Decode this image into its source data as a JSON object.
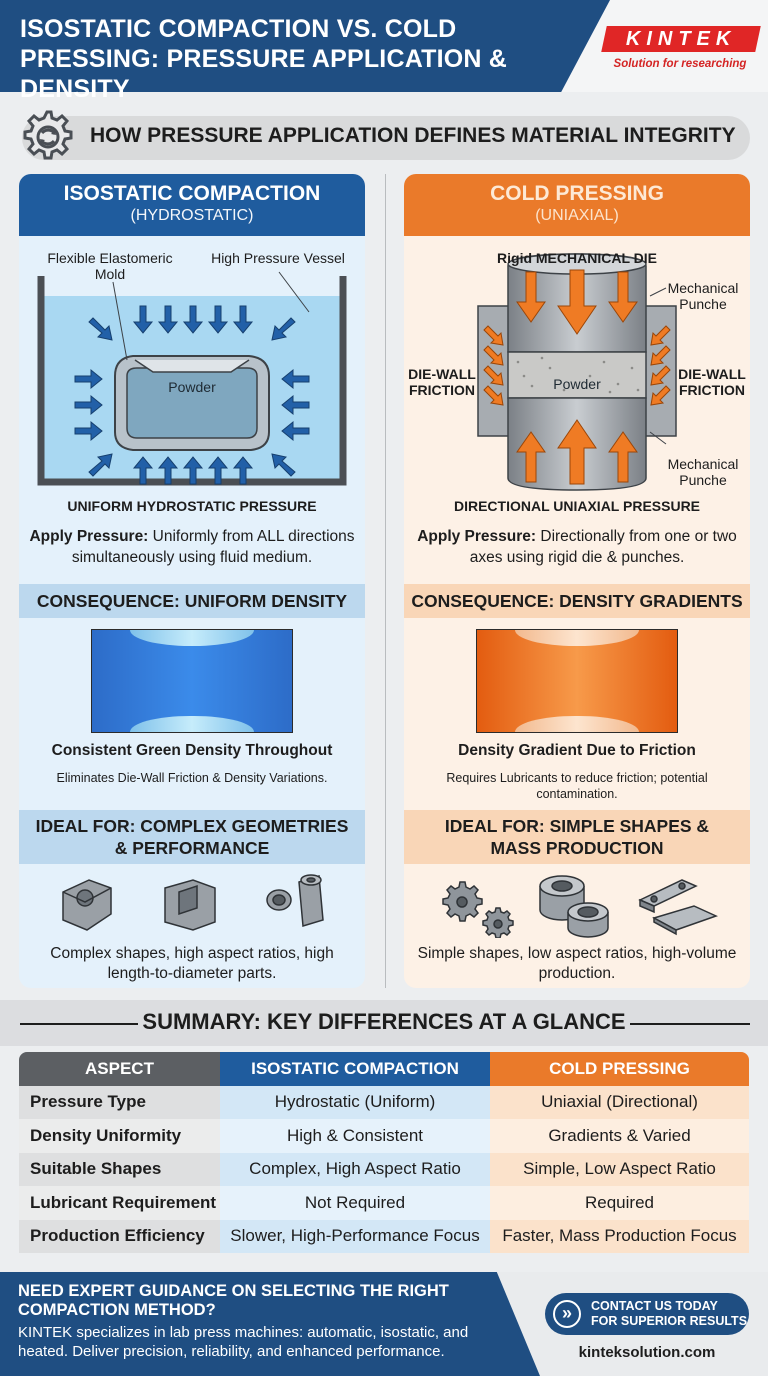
{
  "header": {
    "title": "ISOSTATIC COMPACTION VS. COLD PRESSING: PRESSURE APPLICATION & DENSITY",
    "logo_text": "KINTEK",
    "logo_tagline": "Solution for researching"
  },
  "section_title": "HOW PRESSURE APPLICATION DEFINES MATERIAL INTEGRITY",
  "left": {
    "title": "ISOSTATIC COMPACTION",
    "subtitle": "(HYDROSTATIC)",
    "label_mold": "Flexible Elastomeric Mold",
    "label_vessel": "High Pressure Vessel",
    "label_powder": "Powder",
    "pressure_caption": "UNIFORM HYDROSTATIC PRESSURE",
    "apply_label": "Apply Pressure:",
    "apply_text": " Uniformly from ALL directions simultaneously using fluid medium.",
    "consequence": "CONSEQUENCE: UNIFORM DENSITY",
    "consequence_title": "Consistent Green Density Throughout",
    "consequence_desc": "Eliminates Die-Wall Friction & Density Variations.",
    "ideal_line1": "IDEAL FOR: COMPLEX GEOMETRIES",
    "ideal_line2": "& PERFORMANCE",
    "bottom_desc": "Complex shapes, high aspect ratios, high length-to-diameter parts.",
    "color": "#1f5c9e"
  },
  "right": {
    "title": "COLD PRESSING",
    "subtitle": "(UNIAXIAL)",
    "label_die": "Rigid MECHANICAL DIE",
    "label_punch_top": "Mechanical Punche",
    "label_punch_bottom": "Mechanical Punche",
    "label_friction_left": "DIE-WALL FRICTION",
    "label_friction_right": "DIE-WALL FRICTION",
    "label_powder": "Powder",
    "pressure_caption": "DIRECTIONAL UNIAXIAL PRESSURE",
    "apply_label": "Apply Pressure:",
    "apply_text": " Directionally from one or two axes using rigid die & punches.",
    "consequence": "CONSEQUENCE: DENSITY GRADIENTS",
    "consequence_title": "Density Gradient Due to Friction",
    "consequence_desc": "Requires Lubricants to reduce friction; potential contamination.",
    "ideal_line1": "IDEAL FOR: SIMPLE SHAPES &",
    "ideal_line2": "MASS PRODUCTION",
    "bottom_desc": "Simple shapes, low aspect ratios, high-volume production.",
    "color": "#ea7a2a"
  },
  "summary": {
    "title": "SUMMARY: KEY DIFFERENCES AT A GLANCE",
    "headers": [
      "ASPECT",
      "ISOSTATIC COMPACTION",
      "COLD PRESSING"
    ],
    "rows": [
      [
        "Pressure Type",
        "Hydrostatic (Uniform)",
        "Uniaxial (Directional)"
      ],
      [
        "Density Uniformity",
        "High & Consistent",
        "Gradients & Varied"
      ],
      [
        "Suitable Shapes",
        "Complex, High Aspect Ratio",
        "Simple, Low Aspect Ratio"
      ],
      [
        "Lubricant Requirement",
        "Not Required",
        "Required"
      ],
      [
        "Production Efficiency",
        "Slower, High-Performance Focus",
        "Faster, Mass Production Focus"
      ]
    ]
  },
  "footer": {
    "question": "NEED EXPERT GUIDANCE ON SELECTING THE RIGHT COMPACTION METHOD?",
    "description": "KINTEK specializes in lab press machines: automatic, isostatic, and heated. Deliver precision, reliability, and enhanced performance.",
    "cta_line1": "CONTACT US TODAY",
    "cta_line2": "FOR SUPERIOR RESULTS",
    "website": "kinteksolution.com"
  }
}
